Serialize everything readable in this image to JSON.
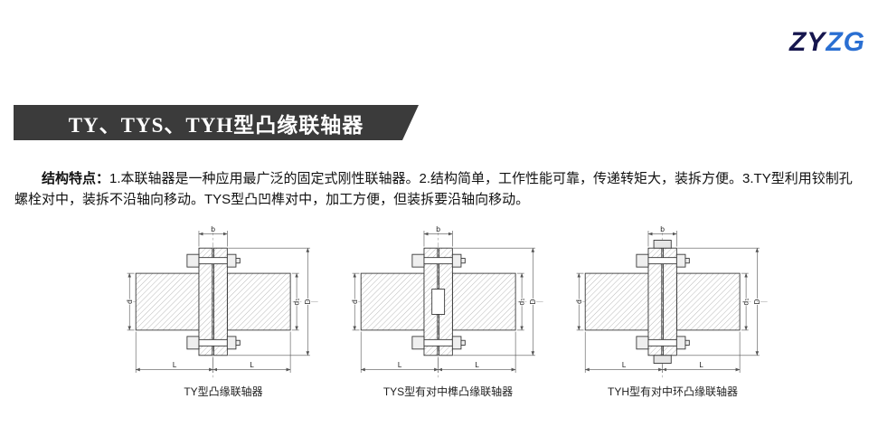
{
  "logo": {
    "zy": "ZY",
    "zg": "ZG"
  },
  "colors": {
    "logo_zy": "#16164e",
    "logo_zg": "#2a6fd2",
    "banner_bg": "#3b3b3b",
    "banner_text": "#ffffff"
  },
  "banner": {
    "title": "TY、TYS、TYH型凸缘联轴器"
  },
  "intro": {
    "label": "结构特点：",
    "text": "1.本联轴器是一种应用最广泛的固定式刚性联轴器。2.结构简单，工作性能可靠，传递转矩大，装拆方便。3.TY型利用铰制孔螺栓对中，装拆不沿轴向移动。TYS型凸凹榫对中，加工方便，但装拆要沿轴向移动。"
  },
  "figures": [
    {
      "caption": "TY型凸缘联轴器",
      "dims": {
        "b": "b",
        "d": "d",
        "d1": "d₁",
        "D": "D",
        "L_left": "L",
        "L_right": "L"
      }
    },
    {
      "caption": "TYS型有对中榫凸缘联轴器",
      "dims": {
        "b": "b",
        "d": "d",
        "d1": "d₁",
        "D": "D",
        "L_left": "L",
        "L_right": "L"
      }
    },
    {
      "caption": "TYH型有对中环凸缘联轴器",
      "dims": {
        "b": "b",
        "d": "d",
        "d1": "d₁",
        "D": "D",
        "L_left": "L",
        "L_right": "L"
      }
    }
  ]
}
